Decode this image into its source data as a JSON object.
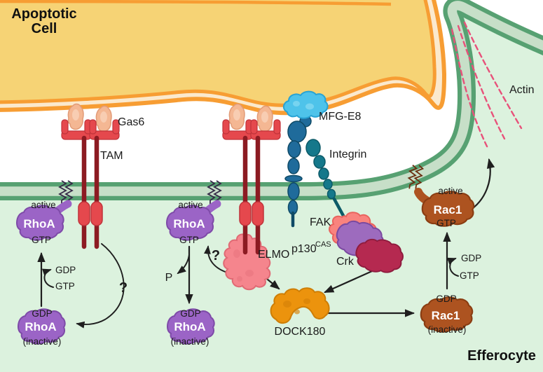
{
  "cells": {
    "apoptotic_line1": "Apoptotic",
    "apoptotic_line2": "Cell",
    "efferocyte": "Efferocyte"
  },
  "receptors": {
    "gas6": "Gas6",
    "tam": "TAM",
    "mfge8": "MFG-E8",
    "integrin": "Integrin"
  },
  "cytoskeleton": {
    "actin": "Actin"
  },
  "rhoa_tam": {
    "active": "active",
    "name_active": "RhoA",
    "gtp": "GTP",
    "gdp_released": "GDP",
    "gtp_in": "GTP",
    "question": "?",
    "gdp": "GDP",
    "name_inactive": "RhoA",
    "inactive": "(inactive)"
  },
  "rhoa_elmo": {
    "active": "active",
    "name_active": "RhoA",
    "gtp": "GTP",
    "phosphate": "P",
    "question": "?",
    "gdp": "GDP",
    "name_inactive": "RhoA",
    "inactive": "(inactive)"
  },
  "rac1": {
    "active": "active",
    "name_active": "Rac1",
    "gtp": "GTP",
    "gdp_released": "GDP",
    "gtp_in": "GTP",
    "gdp": "GDP",
    "name_inactive": "Rac1",
    "inactive": "(inactive)"
  },
  "adaptors": {
    "elmo": "ELMO",
    "fak": "FAK",
    "p130": "p130",
    "p130_sup": "CAS",
    "crk": "Crk",
    "dock180": "DOCK180"
  },
  "colors": {
    "apoptotic_fill": "#F6D375",
    "apoptotic_membrane": "#F79D33",
    "apoptotic_inner_band": "#FBE9CD",
    "efferocyte_fill": "#DCF2DE",
    "efferocyte_membrane_dark": "#57A172",
    "efferocyte_membrane_light": "#C7DFC8",
    "receptor_red": "#E5484D",
    "receptor_stem": "#8C1B22",
    "gas6_fill": "#F4B793",
    "rhoa_purple": "#9B64C6",
    "elmo_pink": "#F5858D",
    "mfge8_blue": "#4EC3EA",
    "integrin_dark_blue": "#1F6B9B",
    "integrin_teal": "#15788B",
    "fak_salmon": "#F9837E",
    "p130_purple": "#9D6BBE",
    "crk_crimson": "#B52950",
    "dock_orange": "#EC930D",
    "rac1_brown": "#AD5320",
    "actin_pink": "#E8517A",
    "arrow": "#1F1F1F"
  }
}
